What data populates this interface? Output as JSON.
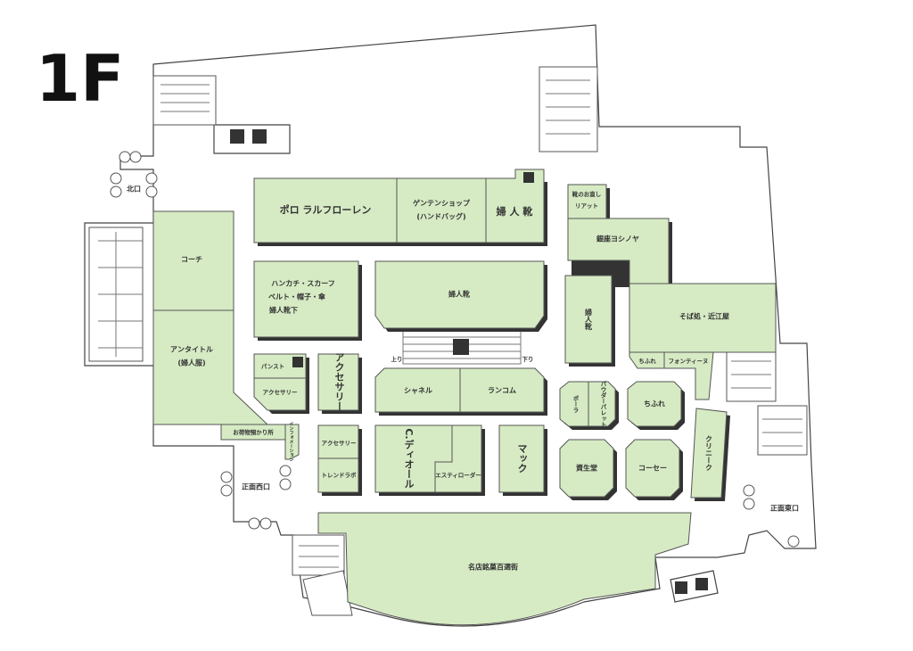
{
  "floor_label": "1F",
  "colors": {
    "shop_fill": "#d6ebc4",
    "outline": "#444444",
    "shadow": "#333333"
  },
  "entrances": {
    "north": "北口",
    "west_main": "正面西口",
    "east_main": "正面東口"
  },
  "escalator": {
    "up": "上り",
    "down": "下り"
  },
  "shops": {
    "polo": "ポロ ラルフローレン",
    "genten_1": "ゲンテンショップ",
    "genten_2": "(ハンドバッグ)",
    "womens_shoes_top": "婦 人 靴",
    "hanky_1": "ハンカチ・スカーフ",
    "hanky_2": "ベルト・帽子・傘",
    "hanky_3": "婦人靴下",
    "womens_shoes_center": "婦人靴",
    "pantyhose": "パンスト",
    "accessory_small": "アクセサリー",
    "accessory_vertical": "アクセサリー",
    "chanel": "シャネル",
    "lancome": "ランコム",
    "accessory_lower": "アクセサリー",
    "trend_lab": "トレンドラボ",
    "dior": "C.ディオール",
    "estee": "エスティローダー",
    "mac": "マック",
    "shoe_repair_1": "靴のお直し",
    "shoe_repair_2": "リアット",
    "ginza_yoshinoya": "銀座ヨシノヤ",
    "womens_shoes_right": "婦人靴",
    "soba": "そば処・近江屋",
    "chifure_small": "ちふれ",
    "fontaine": "フォンティーヌ",
    "pola": "ポーラ",
    "powder_palette": "パウダーパレット",
    "chifure": "ちふれ",
    "shiseido": "資生堂",
    "kose": "コーセー",
    "clinique": "クリニーク",
    "coach": "コーチ",
    "untitled_1": "アンタイトル",
    "untitled_2": "(婦人服)",
    "baggage": "お荷物預かり所",
    "information": "インフォメーション",
    "meika": "名店銘菓百選街"
  },
  "icons": {
    "atm": "yen-icon",
    "elevator": "elevator-icon",
    "escalator": "escalator-icon"
  }
}
